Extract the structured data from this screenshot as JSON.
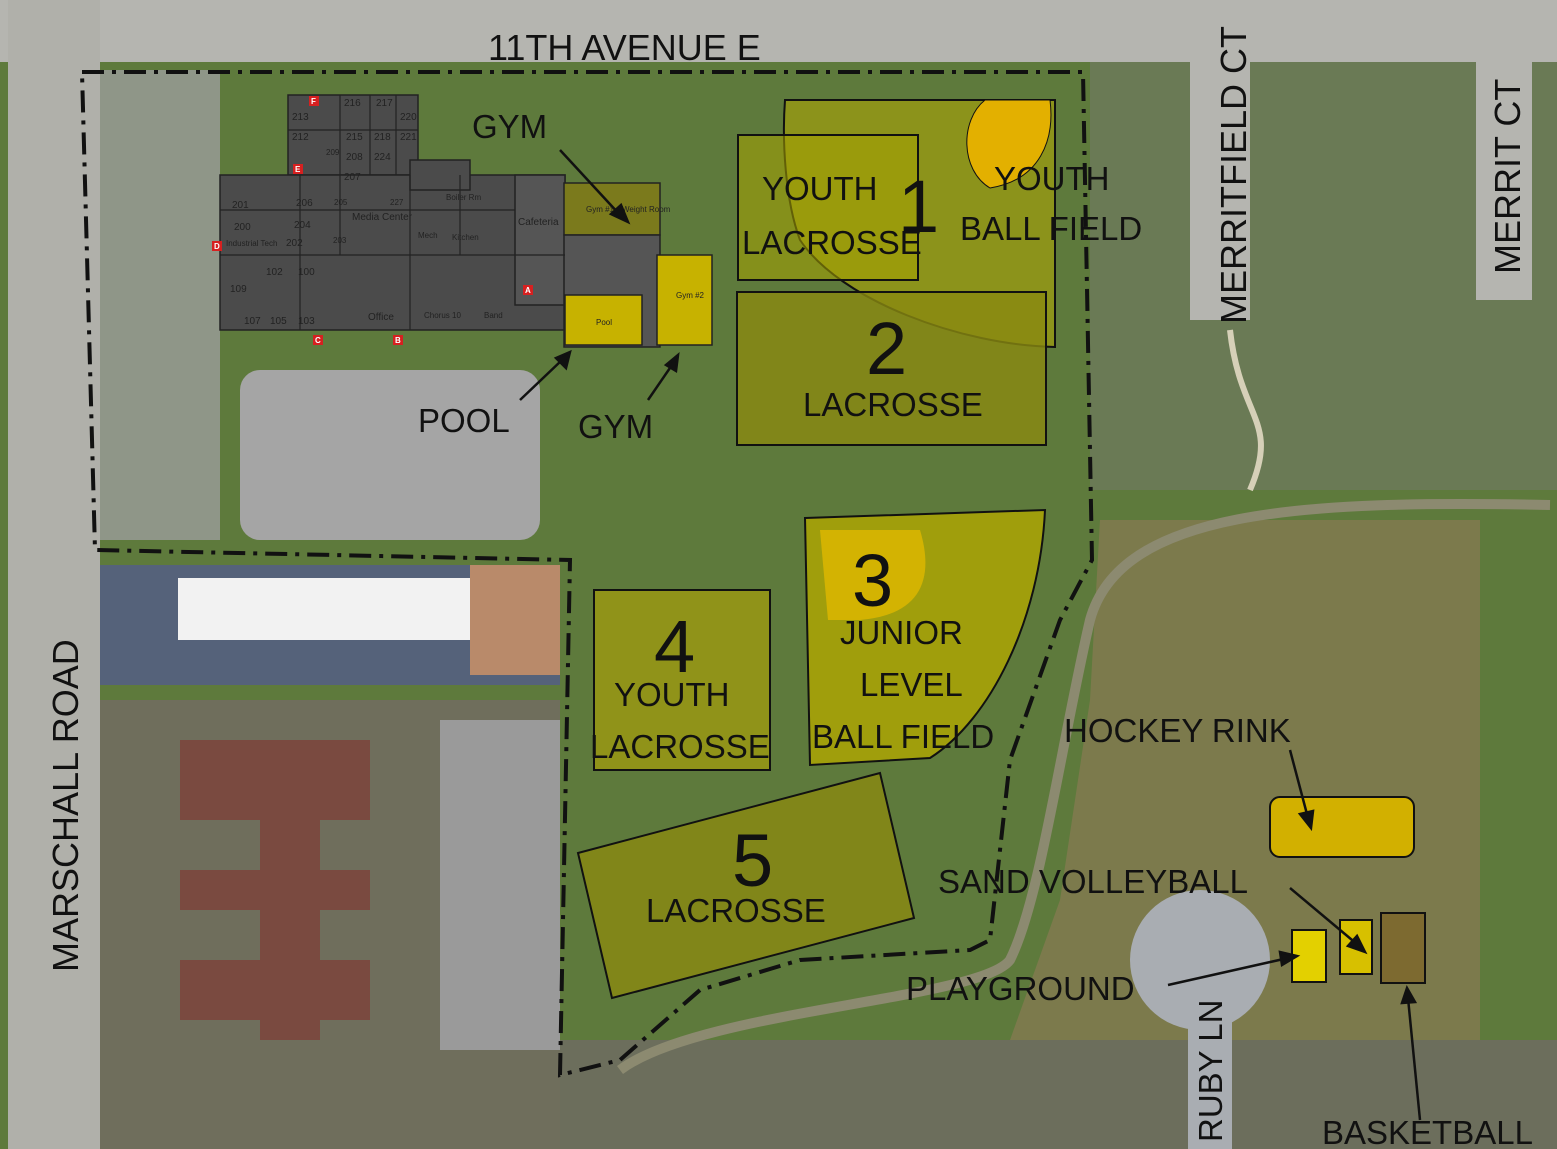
{
  "streets": {
    "north": "11TH AVENUE E",
    "west": "MARSCHALL ROAD",
    "merrifield": "MERRITFIELD CT",
    "merrit": "MERRIT CT",
    "ruby": "RUBY LN"
  },
  "fields": [
    {
      "number": "1",
      "label_1": "YOUTH",
      "label_2": "LACROSSE",
      "label_3": "YOUTH",
      "label_4": "BALL FIELD"
    },
    {
      "number": "2",
      "label_1": "LACROSSE"
    },
    {
      "number": "3",
      "label_1": "JUNIOR",
      "label_2": "LEVEL",
      "label_3": "BALL FIELD"
    },
    {
      "number": "4",
      "label_1": "YOUTH",
      "label_2": "LACROSSE"
    },
    {
      "number": "5",
      "label_1": "LACROSSE"
    }
  ],
  "callouts": {
    "gym_top": "GYM",
    "pool": "POOL",
    "gym_bottom": "GYM",
    "hockey": "HOCKEY RINK",
    "sand_volleyball": "SAND VOLLEYBALL",
    "playground": "PLAYGROUND",
    "basketball": "BASKETBALL"
  },
  "building": {
    "rooms": [
      "216",
      "217",
      "213",
      "215",
      "218",
      "220",
      "212",
      "221",
      "209",
      "208",
      "224",
      "207",
      "201",
      "206",
      "205",
      "227",
      "Media Center",
      "Cafeteria",
      "Gym #1",
      "Weight Room",
      "Boiler Rm",
      "Kitchen",
      "Mech",
      "200",
      "204",
      "202",
      "203",
      "Industrial Tech",
      "102",
      "100",
      "109",
      "107",
      "105",
      "103",
      "Office",
      "Chorus 10",
      "Band",
      "Pool",
      "Gym #2"
    ],
    "entrances": [
      "F",
      "E",
      "D",
      "C",
      "B",
      "A"
    ]
  },
  "colors": {
    "field_fill": "#c9b400",
    "field_dark": "#5a5a10",
    "outline": "#111111",
    "grass": "#5d7a3a",
    "building": "#4b4b4b"
  }
}
